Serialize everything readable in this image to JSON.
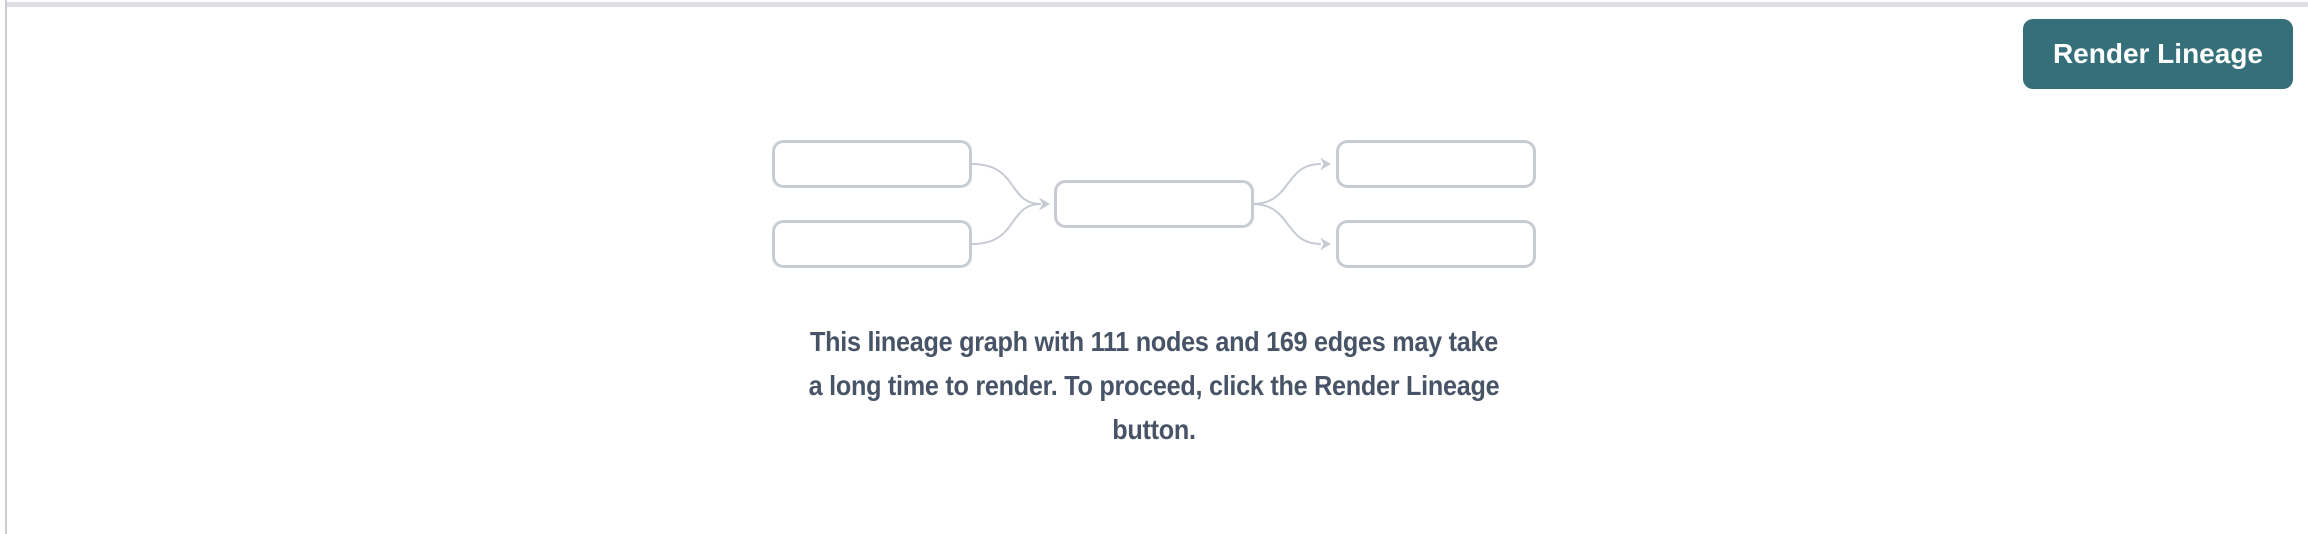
{
  "panel": {
    "button": {
      "label": "Render Lineage"
    },
    "warning": {
      "lines": [
        "This lineage graph with 111 nodes and 169 edges may take",
        "a long time to render. To proceed, click the Render Lineage",
        "button."
      ],
      "node_count": "111",
      "edge_count": "169"
    },
    "illustration": {
      "name": "lineage-graph-placeholder",
      "node_boxes": 5,
      "edges": 4
    }
  },
  "colors": {
    "button_bg": "#35707a",
    "button_text": "#ffffff",
    "message_text": "#475467",
    "illustration_stroke": "#c7cbd3",
    "top_bar": "#dfdfe3",
    "left_divider": "#cbccd1",
    "background": "#ffffff"
  }
}
